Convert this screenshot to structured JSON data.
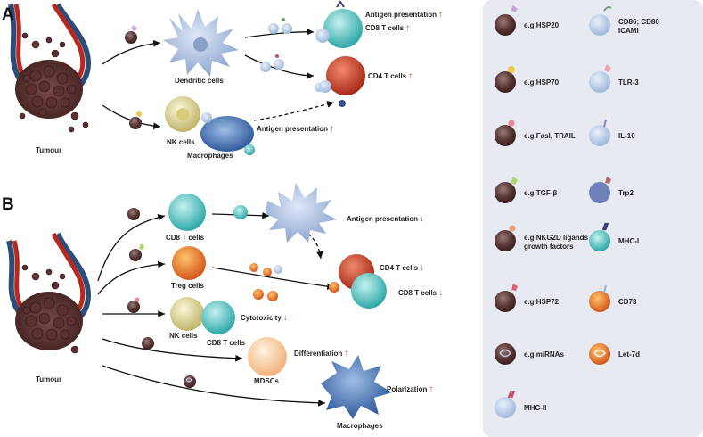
{
  "panels": {
    "a": "A",
    "b": "B"
  },
  "arrows": {
    "up": "↑",
    "down": "↓",
    "up_color": "#c0392b",
    "down_color": "#4aa23a"
  },
  "panel_a": {
    "tumour": "Tumour",
    "dendritic": "Dendritic cells",
    "nk": "NK cells",
    "macrophages": "Macrophages",
    "antigen_presentation_top": "Antigen presentation",
    "cd8": "CD8 T cells",
    "cd4": "CD4 T cells",
    "antigen_presentation_mid": "Antigen presentation"
  },
  "panel_b": {
    "tumour": "Tumour",
    "cd8_label": "CD8 T cells",
    "treg": "Treg cells",
    "nk": "NK cells",
    "cd8_b": "CD8 T cells",
    "mdscs": "MDSCs",
    "macrophages": "Macrophages",
    "antigen_presentation": "Antigen presentation",
    "cd4": "CD4 T cells",
    "cd8_right": "CD8 T cells",
    "cytotoxicity": "Cytotoxicity",
    "differentiation": "Differentiation",
    "polarization": "Polarization"
  },
  "legend": {
    "left": [
      "e.g.HSP20",
      "e.g.HSP70",
      "e.g.Fasl, TRAIL",
      "e.g.TGF-β",
      "e.g.NKG2D ligands\ngrowth factors",
      "e.g.HSP72",
      "e.g.miRNAs",
      "MHC-II"
    ],
    "right": [
      "CD86; CD80\nICAMI",
      "TLR-3",
      "IL-10",
      "Trp2",
      "MHC-I",
      "CD73",
      "Let-7d"
    ]
  }
}
